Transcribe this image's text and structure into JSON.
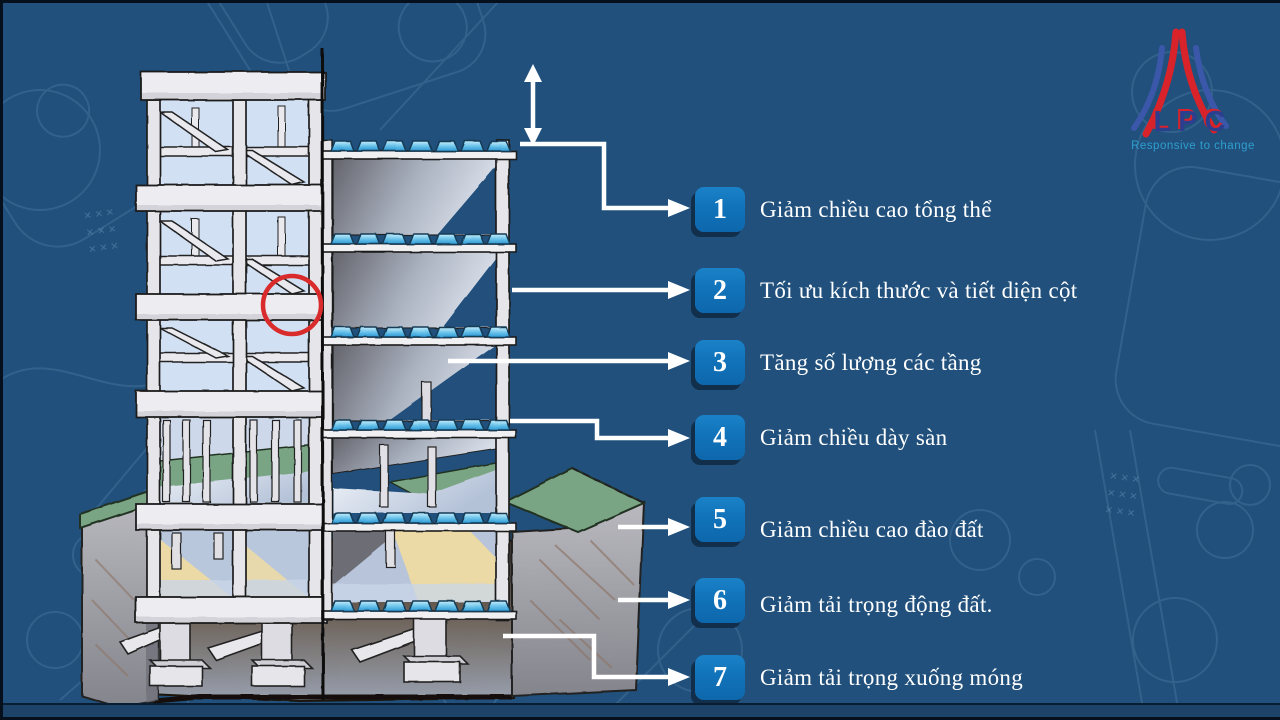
{
  "callouts": {
    "items": [
      {
        "number": "1",
        "label": "Giảm chiều cao tổng thể"
      },
      {
        "number": "2",
        "label": "Tối ưu kích thước và tiết diện cột"
      },
      {
        "number": "3",
        "label": "Tăng số lượng các tầng"
      },
      {
        "number": "4",
        "label": "Giảm chiều dày sàn"
      },
      {
        "number": "5",
        "label": "Giảm chiều cao đào đất"
      },
      {
        "number": "6",
        "label": "Giảm tải trọng động đất."
      },
      {
        "number": "7",
        "label": "Giảm tải trọng xuống móng"
      }
    ]
  },
  "logo": {
    "brand": "LPC",
    "tagline": "Responsive to change"
  },
  "colors": {
    "background": "#20507B",
    "badge_blue": "#1173BA",
    "annotation_red": "#D92B2B",
    "callout_text": "#FFFFFF",
    "logo_red": "#D8232A",
    "logo_blue": "#2B3F8E",
    "tagline_blue": "#2F9FD0",
    "bottom_bar": "#1D4468"
  }
}
